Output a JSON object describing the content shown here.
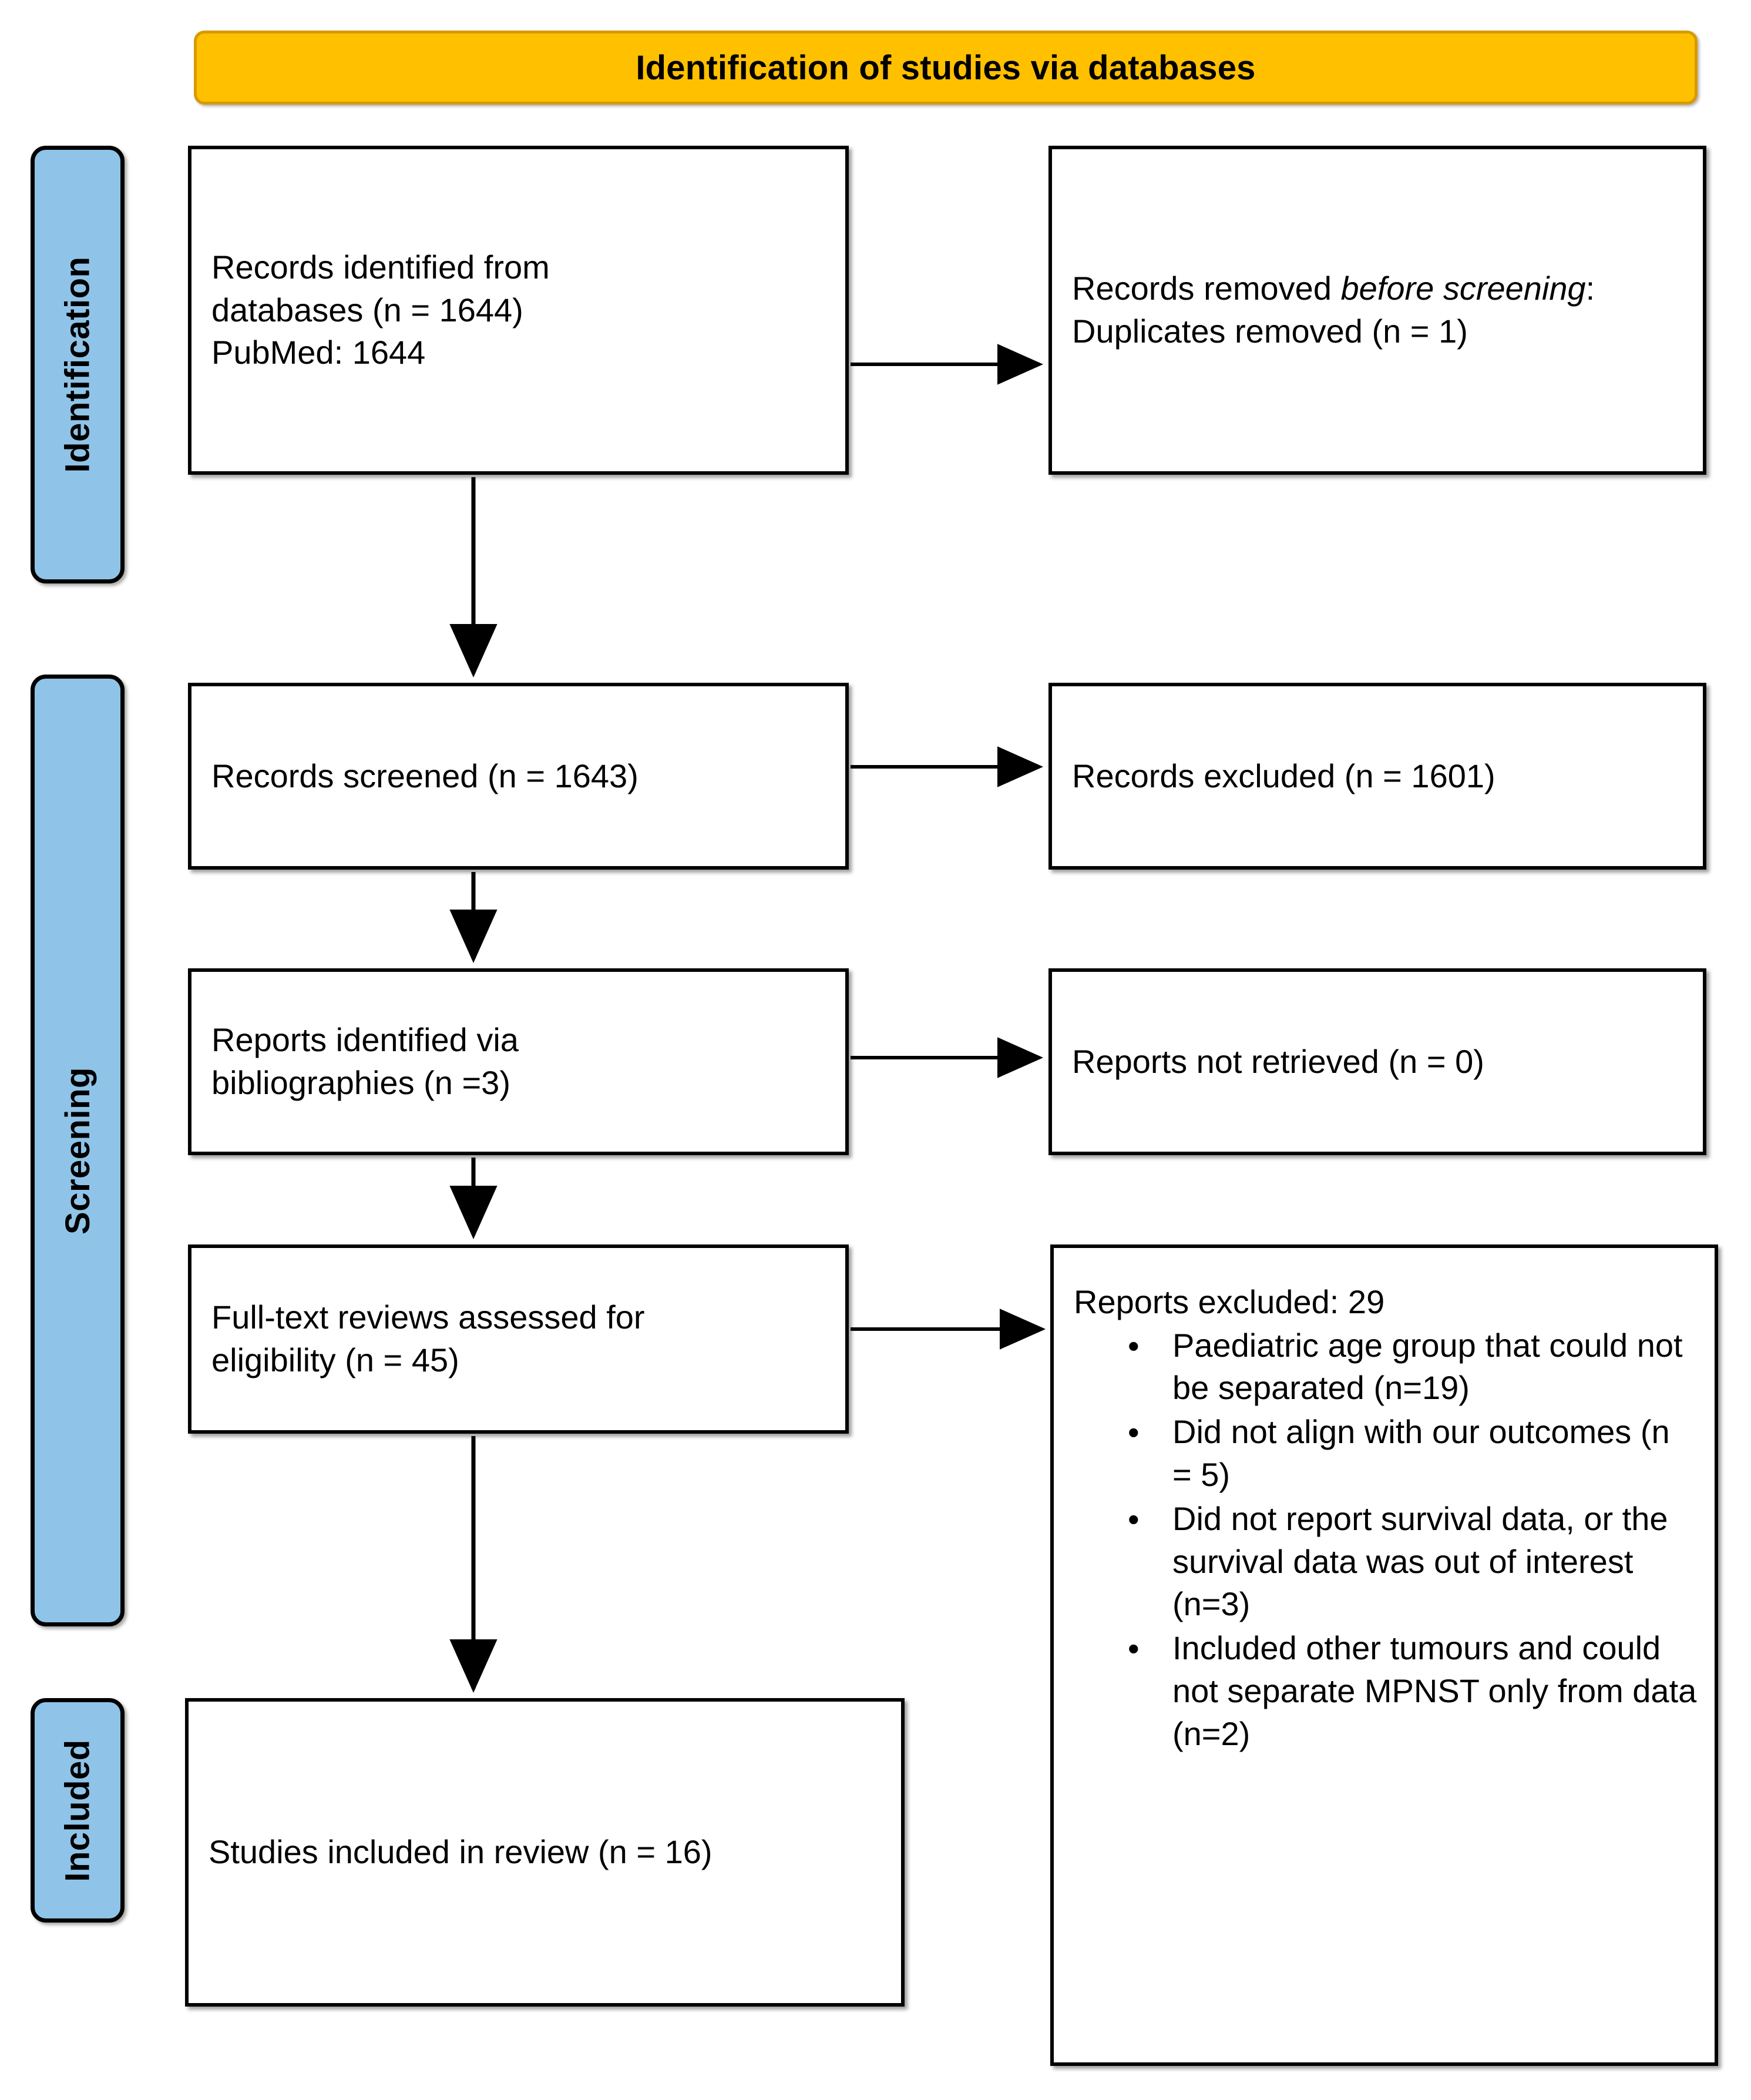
{
  "banner": {
    "title": "Identification of studies via databases"
  },
  "stages": [
    {
      "key": "identification",
      "label": "Identification"
    },
    {
      "key": "screening",
      "label": "Screening"
    },
    {
      "key": "included",
      "label": "Included"
    }
  ],
  "boxes": {
    "identified": "Records identified from\ndatabases (n = 1644)\n     PubMed: 1644",
    "removed_line1": "Records removed ",
    "removed_italic": "before screening",
    "removed_colon": ":",
    "removed_line2": "Duplicates removed (n = 1)",
    "screened": "Records screened (n = 1643)",
    "excluded_records": "Records excluded (n = 1601)",
    "bibliographies": "Reports identified via\nbibliographies (n =3)",
    "not_retrieved": "Reports not retrieved (n = 0)",
    "fulltext": "Full-text reviews assessed for\neligibility (n = 45)",
    "included": "Studies included in review (n = 16)"
  },
  "exclusions": {
    "heading": "Reports excluded: 29",
    "bullet_glyph": "•",
    "items": [
      "Paediatric age group that could not be separated (n=19)",
      "Did not align with our outcomes (n = 5)",
      "Did not report survival data, or the survival data was out of interest (n=3)",
      "Included other tumours and could not separate MPNST only from data (n=2)"
    ]
  },
  "colors": {
    "banner_fill": "#FFC000",
    "banner_border": "#D79B00",
    "stage_fill": "#8FC4E8",
    "box_border": "#000000",
    "box_fill": "#FFFFFF",
    "arrow": "#000000"
  },
  "counts": {
    "records_identified": 1644,
    "pubmed": 1644,
    "duplicates_removed": 1,
    "records_screened": 1643,
    "records_excluded": 1601,
    "reports_bibliographies": 3,
    "reports_not_retrieved": 0,
    "fulltext_assessed": 45,
    "reports_excluded_total": 29,
    "excl_paediatric": 19,
    "excl_outcomes": 5,
    "excl_survival": 3,
    "excl_other_tumours": 2,
    "studies_included": 16
  }
}
